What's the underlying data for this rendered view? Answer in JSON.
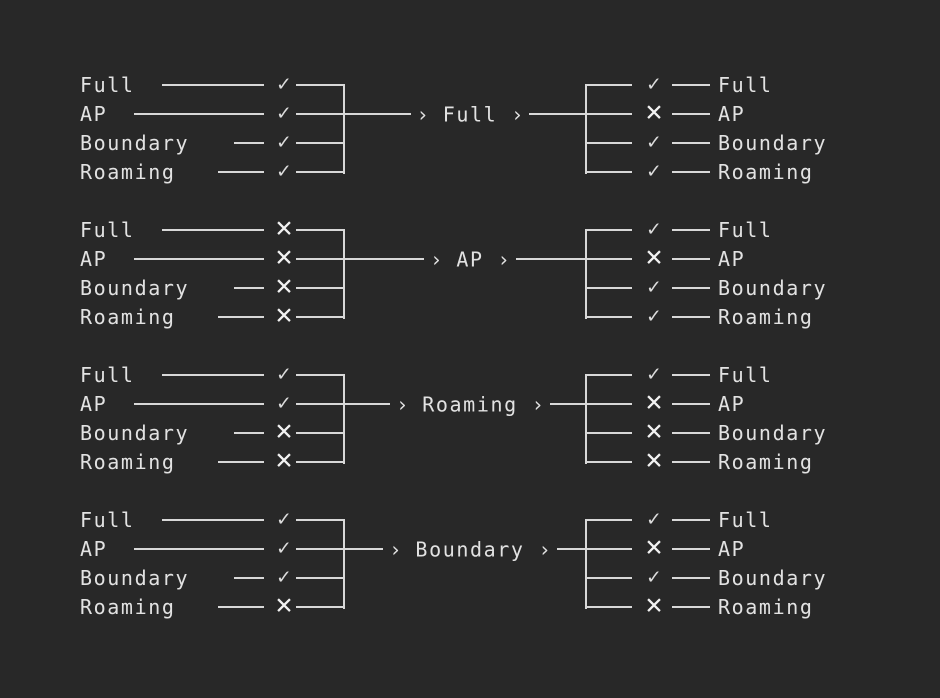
{
  "theme": {
    "background": "#282828",
    "line_color": "#d8d8d8",
    "text_color": "#e2e2e2",
    "check_color": "#dcdcdc",
    "cross_color": "#f2f2f2"
  },
  "glyphs": {
    "check": "✓",
    "cross": "✕",
    "arrow_head": "›"
  },
  "states": [
    "Full",
    "AP",
    "Boundary",
    "Roaming"
  ],
  "blocks": [
    {
      "center_label": "Full",
      "inputs": [
        {
          "label": "Full",
          "mark": "check"
        },
        {
          "label": "AP",
          "mark": "check"
        },
        {
          "label": "Boundary",
          "mark": "check"
        },
        {
          "label": "Roaming",
          "mark": "check"
        }
      ],
      "outputs": [
        {
          "label": "Full",
          "mark": "check"
        },
        {
          "label": "AP",
          "mark": "cross"
        },
        {
          "label": "Boundary",
          "mark": "check"
        },
        {
          "label": "Roaming",
          "mark": "check"
        }
      ]
    },
    {
      "center_label": "AP",
      "inputs": [
        {
          "label": "Full",
          "mark": "cross"
        },
        {
          "label": "AP",
          "mark": "cross"
        },
        {
          "label": "Boundary",
          "mark": "cross"
        },
        {
          "label": "Roaming",
          "mark": "cross"
        }
      ],
      "outputs": [
        {
          "label": "Full",
          "mark": "check"
        },
        {
          "label": "AP",
          "mark": "cross"
        },
        {
          "label": "Boundary",
          "mark": "check"
        },
        {
          "label": "Roaming",
          "mark": "check"
        }
      ]
    },
    {
      "center_label": "Roaming",
      "inputs": [
        {
          "label": "Full",
          "mark": "check"
        },
        {
          "label": "AP",
          "mark": "check"
        },
        {
          "label": "Boundary",
          "mark": "cross"
        },
        {
          "label": "Roaming",
          "mark": "cross"
        }
      ],
      "outputs": [
        {
          "label": "Full",
          "mark": "check"
        },
        {
          "label": "AP",
          "mark": "cross"
        },
        {
          "label": "Boundary",
          "mark": "cross"
        },
        {
          "label": "Roaming",
          "mark": "cross"
        }
      ]
    },
    {
      "center_label": "Boundary",
      "inputs": [
        {
          "label": "Full",
          "mark": "check"
        },
        {
          "label": "AP",
          "mark": "check"
        },
        {
          "label": "Boundary",
          "mark": "check"
        },
        {
          "label": "Roaming",
          "mark": "cross"
        }
      ],
      "outputs": [
        {
          "label": "Full",
          "mark": "check"
        },
        {
          "label": "AP",
          "mark": "cross"
        },
        {
          "label": "Boundary",
          "mark": "check"
        },
        {
          "label": "Roaming",
          "mark": "cross"
        }
      ]
    }
  ]
}
